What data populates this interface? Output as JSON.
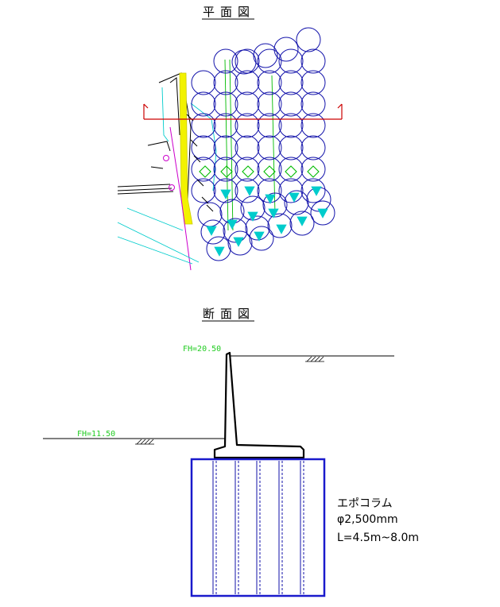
{
  "plan_view": {
    "title": "平面図"
  },
  "section_view": {
    "title": "断面図",
    "fh_top": "FH=20.50",
    "fh_bottom": "FH=11.50",
    "note_lines": [
      "エポコラム",
      "φ2,500mm",
      "L=4.5m~8.0m"
    ]
  },
  "colors": {
    "pile": "#1111aa",
    "wall": "#000000",
    "cyan": "#00cccc",
    "green": "#00bb00",
    "red": "#cc0000",
    "magenta": "#cc00cc",
    "yellow": "#e6e600",
    "fh_text": "#22cc22"
  }
}
